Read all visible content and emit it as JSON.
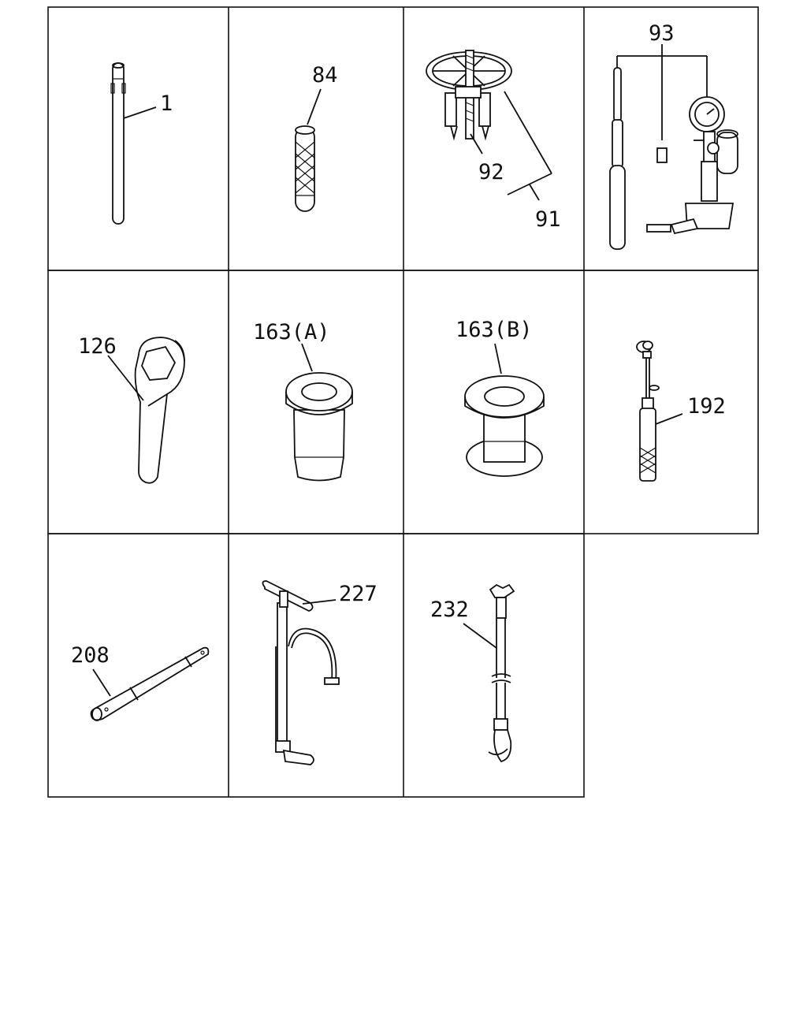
{
  "parts": [
    {
      "id": "p1",
      "label": "1"
    },
    {
      "id": "p84",
      "label": "84"
    },
    {
      "id": "p92",
      "label": "92"
    },
    {
      "id": "p91",
      "label": "91"
    },
    {
      "id": "p93",
      "label": "93"
    },
    {
      "id": "p126",
      "label": "126"
    },
    {
      "id": "p163a",
      "label": "163(A)"
    },
    {
      "id": "p163b",
      "label": "163(B)"
    },
    {
      "id": "p192",
      "label": "192"
    },
    {
      "id": "p208",
      "label": "208"
    },
    {
      "id": "p227",
      "label": "227"
    },
    {
      "id": "p232",
      "label": "232"
    }
  ]
}
